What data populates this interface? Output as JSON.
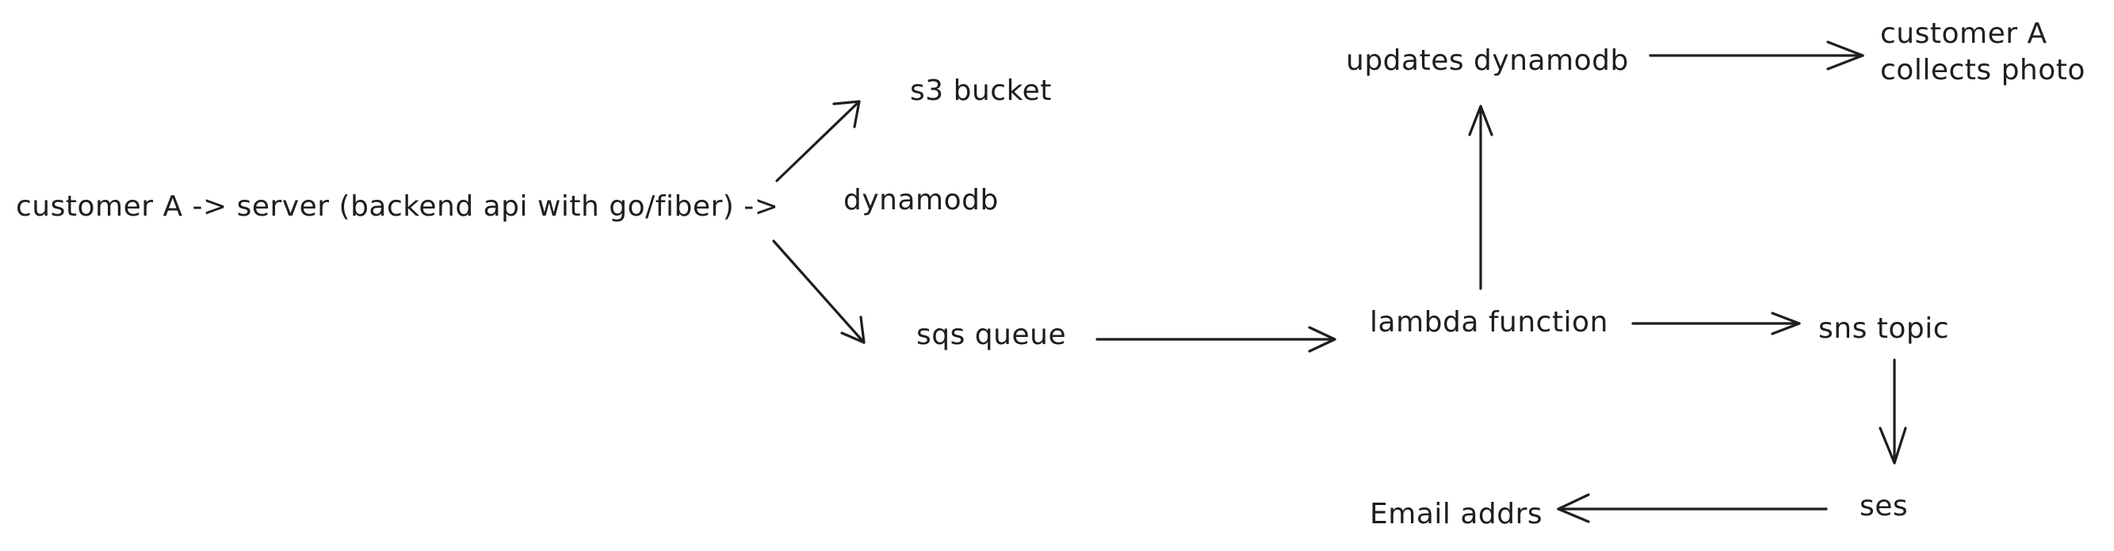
{
  "diagram": {
    "nodes": {
      "customer_server": "customer A -> server (backend api with go/fiber) ->",
      "dynamodb": "dynamodb",
      "s3_bucket": "s3 bucket",
      "sqs_queue": "sqs queue",
      "lambda_function": "lambda function",
      "updates_dynamodb": "updates dynamodb",
      "customer_collects": "customer A\ncollects photo",
      "sns_topic": "sns topic",
      "ses": "ses",
      "email_addrs": "Email addrs"
    },
    "stroke_color": "#1e1e1e",
    "background": "#ffffff"
  }
}
